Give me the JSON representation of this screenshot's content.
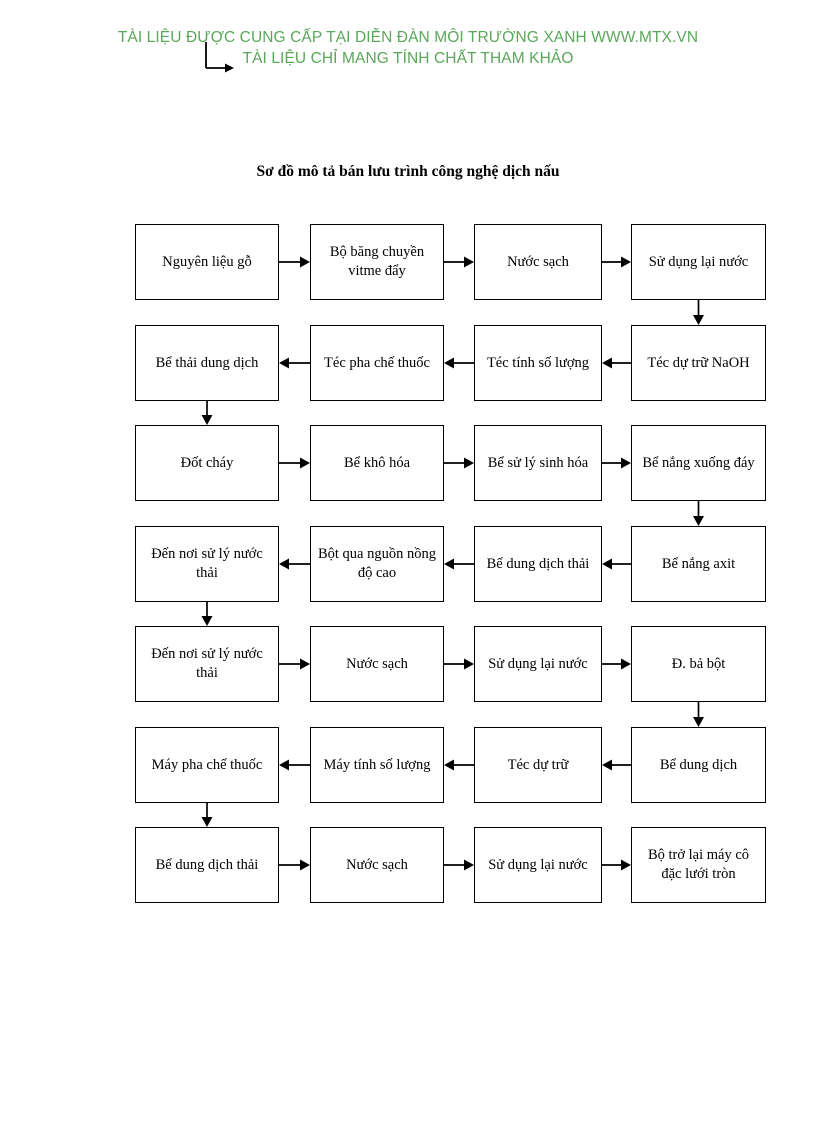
{
  "header": {
    "watermark_line1": "TÀI LIỆU ĐƯỢC CUNG CẤP TẠI DIỄN ĐÀN MÔI TRƯỜNG XANH WWW.MTX.VN",
    "watermark_line2": "TÀI LIỆU CHỈ MANG TÍNH CHẤT THAM KHẢO",
    "watermark_color": "#5aa75a"
  },
  "document": {
    "title": "Sơ đồ mô tả bán lưu trình công nghệ dịch nấu"
  },
  "chart_data": {
    "type": "diagram",
    "title": "Sơ đồ mô tả bán lưu trình công nghệ dịch nấu",
    "layout": {
      "columns": 4,
      "rows": 7,
      "flow": "boustrophedon"
    },
    "nodes": [
      {
        "id": "r1c1",
        "row": 1,
        "col": 1,
        "label": "Nguyên liệu gỗ"
      },
      {
        "id": "r1c2",
        "row": 1,
        "col": 2,
        "label": "Bộ băng chuyền vitme đẩy"
      },
      {
        "id": "r1c3",
        "row": 1,
        "col": 3,
        "label": "Nước sạch"
      },
      {
        "id": "r1c4",
        "row": 1,
        "col": 4,
        "label": "Sử dụng lại nước"
      },
      {
        "id": "r2c1",
        "row": 2,
        "col": 1,
        "label": "Bể thải dung dịch"
      },
      {
        "id": "r2c2",
        "row": 2,
        "col": 2,
        "label": "Téc pha chế thuốc"
      },
      {
        "id": "r2c3",
        "row": 2,
        "col": 3,
        "label": "Téc tính số lượng"
      },
      {
        "id": "r2c4",
        "row": 2,
        "col": 4,
        "label": "Téc dự trữ NaOH"
      },
      {
        "id": "r3c1",
        "row": 3,
        "col": 1,
        "label": "Đốt cháy"
      },
      {
        "id": "r3c2",
        "row": 3,
        "col": 2,
        "label": "Bể khô hóa"
      },
      {
        "id": "r3c3",
        "row": 3,
        "col": 3,
        "label": "Bể sử lý sinh hóa"
      },
      {
        "id": "r3c4",
        "row": 3,
        "col": 4,
        "label": "Bể nắng xuống đáy"
      },
      {
        "id": "r4c1",
        "row": 4,
        "col": 1,
        "label": "Đến nơi sử lý nước thải"
      },
      {
        "id": "r4c2",
        "row": 4,
        "col": 2,
        "label": "Bột qua nguồn nồng độ cao"
      },
      {
        "id": "r4c3",
        "row": 4,
        "col": 3,
        "label": "Bể dung dịch thải"
      },
      {
        "id": "r4c4",
        "row": 4,
        "col": 4,
        "label": "Bể nắng axit"
      },
      {
        "id": "r5c1",
        "row": 5,
        "col": 1,
        "label": "Đến nơi sử lý nước thải"
      },
      {
        "id": "r5c2",
        "row": 5,
        "col": 2,
        "label": "Nước sạch"
      },
      {
        "id": "r5c3",
        "row": 5,
        "col": 3,
        "label": "Sử dụng lại nước"
      },
      {
        "id": "r5c4",
        "row": 5,
        "col": 4,
        "label": "Đ. bả bột"
      },
      {
        "id": "r6c1",
        "row": 6,
        "col": 1,
        "label": "Máy pha chế thuốc"
      },
      {
        "id": "r6c2",
        "row": 6,
        "col": 2,
        "label": "Máy tính số lượng"
      },
      {
        "id": "r6c3",
        "row": 6,
        "col": 3,
        "label": "Téc dự trữ"
      },
      {
        "id": "r6c4",
        "row": 6,
        "col": 4,
        "label": "Bể dung dịch"
      },
      {
        "id": "r7c1",
        "row": 7,
        "col": 1,
        "label": "Bể dung dịch thải"
      },
      {
        "id": "r7c2",
        "row": 7,
        "col": 2,
        "label": "Nước sạch"
      },
      {
        "id": "r7c3",
        "row": 7,
        "col": 3,
        "label": "Sử dụng lại nước"
      },
      {
        "id": "r7c4",
        "row": 7,
        "col": 4,
        "label": "Bộ trở lại máy cô đặc lưới tròn"
      }
    ],
    "edges": [
      {
        "from": "r1c1",
        "to": "r1c2",
        "dir": "right"
      },
      {
        "from": "r1c2",
        "to": "r1c3",
        "dir": "right"
      },
      {
        "from": "r1c3",
        "to": "r1c4",
        "dir": "right"
      },
      {
        "from": "r1c4",
        "to": "r2c4",
        "dir": "down"
      },
      {
        "from": "r2c4",
        "to": "r2c3",
        "dir": "left"
      },
      {
        "from": "r2c3",
        "to": "r2c2",
        "dir": "left"
      },
      {
        "from": "r2c2",
        "to": "r2c1",
        "dir": "left"
      },
      {
        "from": "r2c1",
        "to": "r3c1",
        "dir": "down"
      },
      {
        "from": "r3c1",
        "to": "r3c2",
        "dir": "right"
      },
      {
        "from": "r3c2",
        "to": "r3c3",
        "dir": "right"
      },
      {
        "from": "r3c3",
        "to": "r3c4",
        "dir": "right"
      },
      {
        "from": "r3c4",
        "to": "r4c4",
        "dir": "down"
      },
      {
        "from": "r4c4",
        "to": "r4c3",
        "dir": "left"
      },
      {
        "from": "r4c3",
        "to": "r4c2",
        "dir": "left"
      },
      {
        "from": "r4c2",
        "to": "r4c1",
        "dir": "left"
      },
      {
        "from": "r4c1",
        "to": "r5c1",
        "dir": "down"
      },
      {
        "from": "r5c1",
        "to": "r5c2",
        "dir": "right"
      },
      {
        "from": "r5c2",
        "to": "r5c3",
        "dir": "right"
      },
      {
        "from": "r5c3",
        "to": "r5c4",
        "dir": "right"
      },
      {
        "from": "r5c4",
        "to": "r6c4",
        "dir": "down"
      },
      {
        "from": "r6c4",
        "to": "r6c3",
        "dir": "left"
      },
      {
        "from": "r6c3",
        "to": "r6c2",
        "dir": "left"
      },
      {
        "from": "r6c2",
        "to": "r6c1",
        "dir": "left"
      },
      {
        "from": "r6c1",
        "to": "r7c1",
        "dir": "down"
      },
      {
        "from": "r7c1",
        "to": "r7c2",
        "dir": "right"
      },
      {
        "from": "r7c2",
        "to": "r7c3",
        "dir": "right"
      },
      {
        "from": "r7c3",
        "to": "r7c4",
        "dir": "right"
      }
    ]
  }
}
